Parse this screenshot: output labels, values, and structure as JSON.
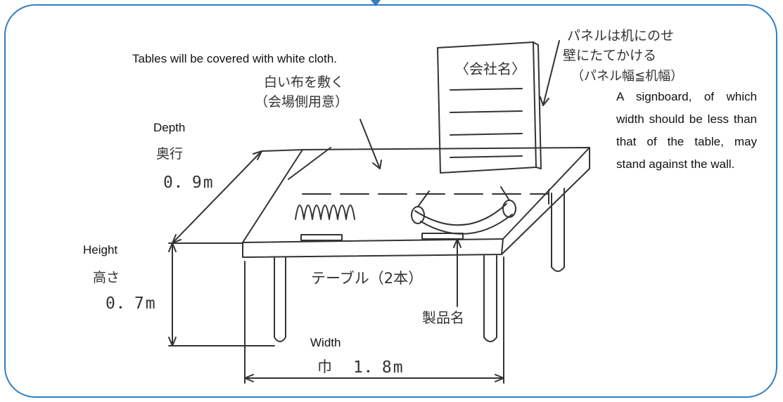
{
  "english": {
    "cloth_note": "Tables will be covered with white cloth.",
    "depth": "Depth",
    "height": "Height",
    "width": "Width",
    "signboard_note": "A signboard, of which width should be less than that of the table, may stand against the wall."
  },
  "japanese": {
    "panel_note_line1": "パネルは机にのせ",
    "panel_note_line2": "壁にたてかける",
    "panel_width_note": "（パネル幅≦机幅）",
    "cloth_line1": "白い布を敷く",
    "cloth_line2": "（会場側用意）",
    "company_name": "〈会社名〉",
    "depth": "奥行",
    "height": "高さ",
    "table_label": "テーブル（2本）",
    "product_name": "製品名",
    "width": "巾"
  },
  "dimensions": {
    "depth": "0．9m",
    "height": "0．7m",
    "width": "1．8m"
  },
  "colors": {
    "frame": "#2f7fc1",
    "ink": "#333333"
  }
}
